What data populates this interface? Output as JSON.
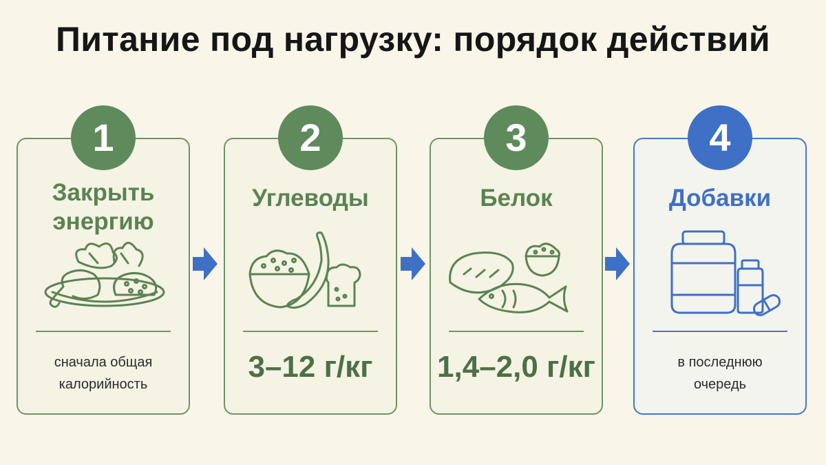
{
  "title": "Питание под нагрузку: порядок действий",
  "colors": {
    "green": "#5f8a5b",
    "blue": "#3e70c6",
    "background": "#faf5e9"
  },
  "steps": [
    {
      "number": "1",
      "title_line1": "Закрыть",
      "title_line2": "энергию",
      "detail_line1": "сначала общая",
      "detail_line2": "калорийность",
      "icon": "plate-of-food-icon"
    },
    {
      "number": "2",
      "title": "Углеводы",
      "value": "3–12 г/кг",
      "icon": "rice-banana-bread-icon"
    },
    {
      "number": "3",
      "title": "Белок",
      "value": "1,4–2,0 г/кг",
      "icon": "bread-fish-cottage-cheese-icon"
    },
    {
      "number": "4",
      "title": "Добавки",
      "detail_line1": "в последнюю",
      "detail_line2": "очередь",
      "icon": "supplements-jar-icon"
    }
  ]
}
